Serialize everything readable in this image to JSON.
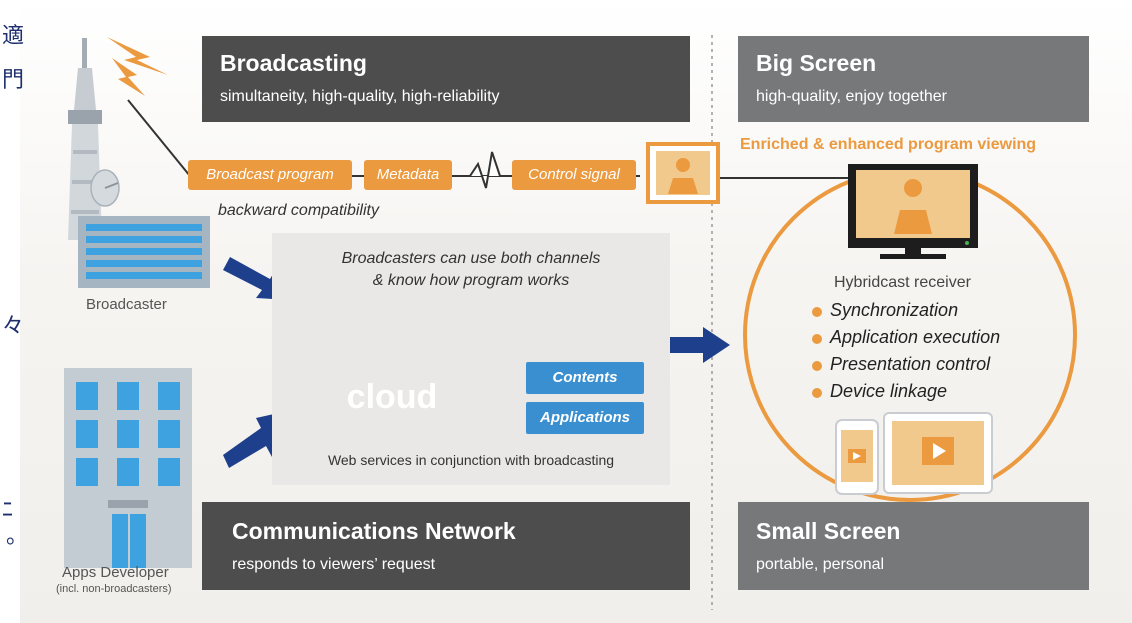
{
  "edge_fragments": [
    "適",
    "門",
    "々",
    "ﾆ",
    "。"
  ],
  "broadcasting": {
    "title": "Broadcasting",
    "subtitle": "simultaneity, high-quality, high-reliability"
  },
  "big_screen": {
    "title": "Big Screen",
    "subtitle": "high-quality, enjoy together"
  },
  "communications": {
    "title": "Communications Network",
    "subtitle": "responds to viewers’ request"
  },
  "small_screen": {
    "title": "Small Screen",
    "subtitle": "portable, personal"
  },
  "signal_chain": {
    "tags": [
      "Broadcast program",
      "Metadata",
      "Control signal"
    ],
    "backward_compat": "backward compatibility"
  },
  "broadcaster_label": "Broadcaster",
  "apps_developer": {
    "label": "Apps Developer",
    "note": "(incl. non-broadcasters)"
  },
  "cloud_panel": {
    "caption_line1": "Broadcasters can use both channels",
    "caption_line2": "& know how program works",
    "cloud_text": "cloud",
    "services": [
      "Contents",
      "Applications"
    ],
    "footer": "Web services  in conjunction with broadcasting"
  },
  "viewing_heading": "Enriched & enhanced program viewing",
  "receiver": {
    "label": "Hybridcast receiver",
    "features": [
      "Synchronization",
      "Application execution",
      "Presentation control",
      "Device linkage"
    ]
  },
  "colors": {
    "orange": "#eb9a3f",
    "navy": "#1d3f8c",
    "dark_box": "#4d4d4d",
    "grey_box": "#777879",
    "service_blue": "#3a8fd0"
  }
}
